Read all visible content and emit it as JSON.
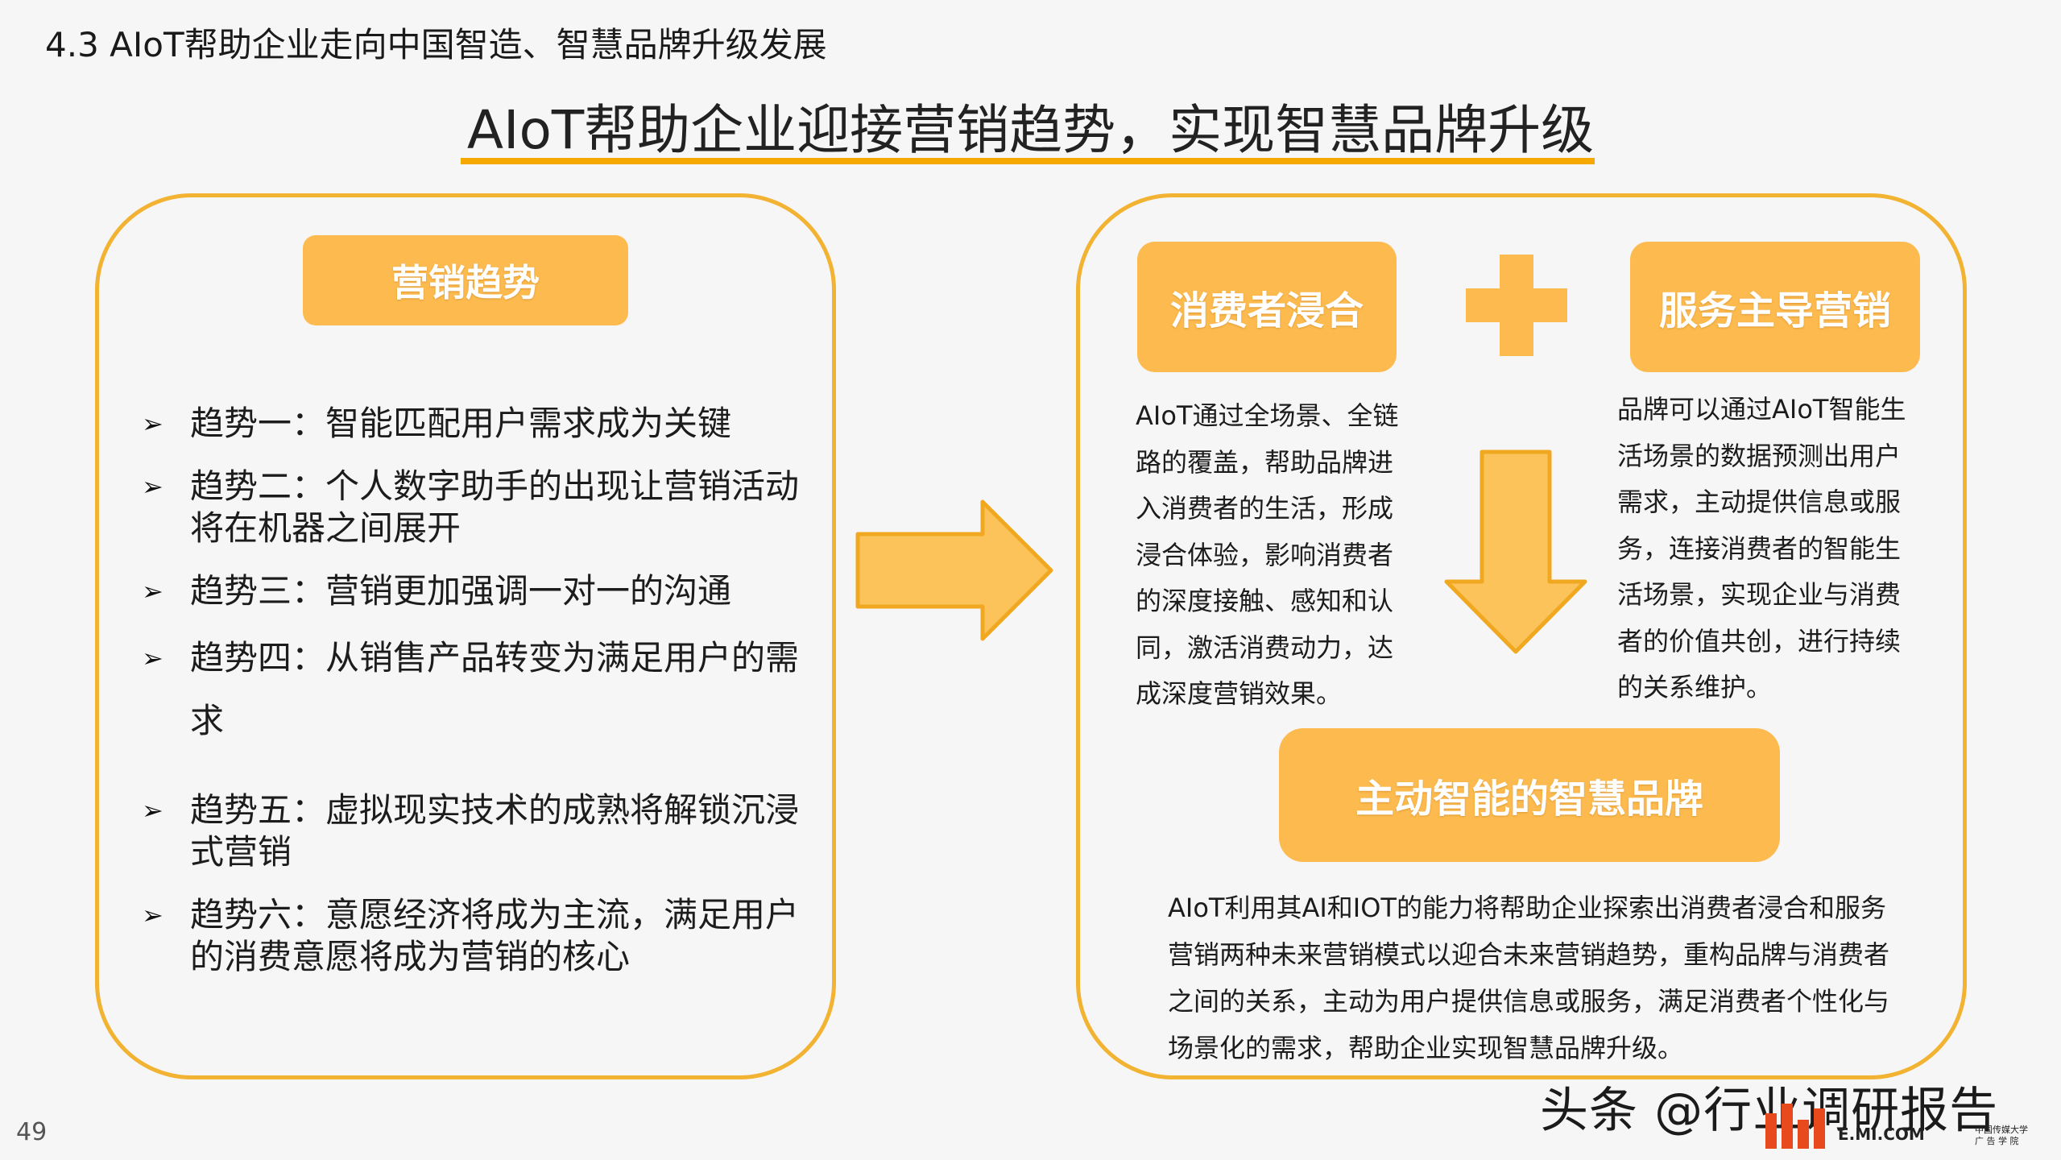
{
  "header": {
    "section_title": "4.3 AIoT帮助企业走向中国智造、智慧品牌升级发展",
    "main_title": "AIoT帮助企业迎接营销趋势，实现智慧品牌升级"
  },
  "left_panel": {
    "heading": "营销趋势",
    "trends": [
      "趋势一：智能匹配用户需求成为关键",
      "趋势二：个人数字助手的出现让营销活动将在机器之间展开",
      "趋势三：营销更加强调一对一的沟通",
      "趋势四：从销售产品转变为满足用户的需求",
      "趋势五：虚拟现实技术的成熟将解锁沉浸式营销",
      "趋势六：意愿经济将成为主流，满足用户的消费意愿将成为营销的核心"
    ]
  },
  "right_panel": {
    "consumer": {
      "heading": "消费者浸合",
      "text": "AIoT通过全场景、全链路的覆盖，帮助品牌进入消费者的生活，形成浸合体验，影响消费者的深度接触、感知和认同，激活消费动力，达成深度营销效果。"
    },
    "service": {
      "heading": "服务主导营销",
      "text": "品牌可以通过AIoT智能生活场景的数据预测出用户需求，主动提供信息或服务，连接消费者的智能生活场景，实现企业与消费者的价值共创，进行持续的关系维护。"
    },
    "brand": {
      "heading": "主动智能的智慧品牌",
      "text": "AIoT利用其AI和IOT的能力将帮助企业探索出消费者浸合和服务营销两种未来营销模式以迎合未来营销趋势，重构品牌与消费者之间的关系，主动为用户提供信息或服务，满足消费者个性化与场景化的需求，帮助企业实现智慧品牌升级。"
    }
  },
  "footer": {
    "page_number": "49",
    "watermark": "头条 @行业调研报告",
    "logo_text": "E.MI.COM",
    "logo_small": "中国传媒大学 广 告 学 院"
  },
  "colors": {
    "accent": "#f5a800",
    "pill": "#fdbb4f",
    "panel_border": "#f2b232",
    "arrow_fill": "#fbc35a",
    "arrow_stroke": "#f0a820"
  },
  "icons": [
    "bullet-arrow-icon",
    "right-arrow-icon",
    "plus-icon",
    "down-arrow-icon",
    "logo-icon"
  ]
}
